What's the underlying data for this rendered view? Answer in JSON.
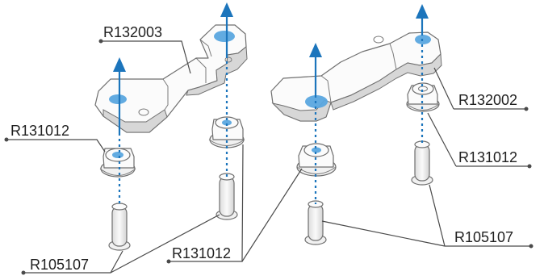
{
  "labels": {
    "left_bracket": "R132003",
    "right_bracket": "R132002",
    "left_top_bushing": "R131012",
    "left_bottom_pin": "R105107",
    "center_bushing_group": "R131012",
    "right_top_bushing": "R131012",
    "right_bottom_pin": "R105107"
  },
  "colors": {
    "accent_blue": "#1c75bc",
    "highlight_blue": "#5aa7df",
    "outline": "#6f6f6f",
    "leader": "#4a4a4a"
  }
}
